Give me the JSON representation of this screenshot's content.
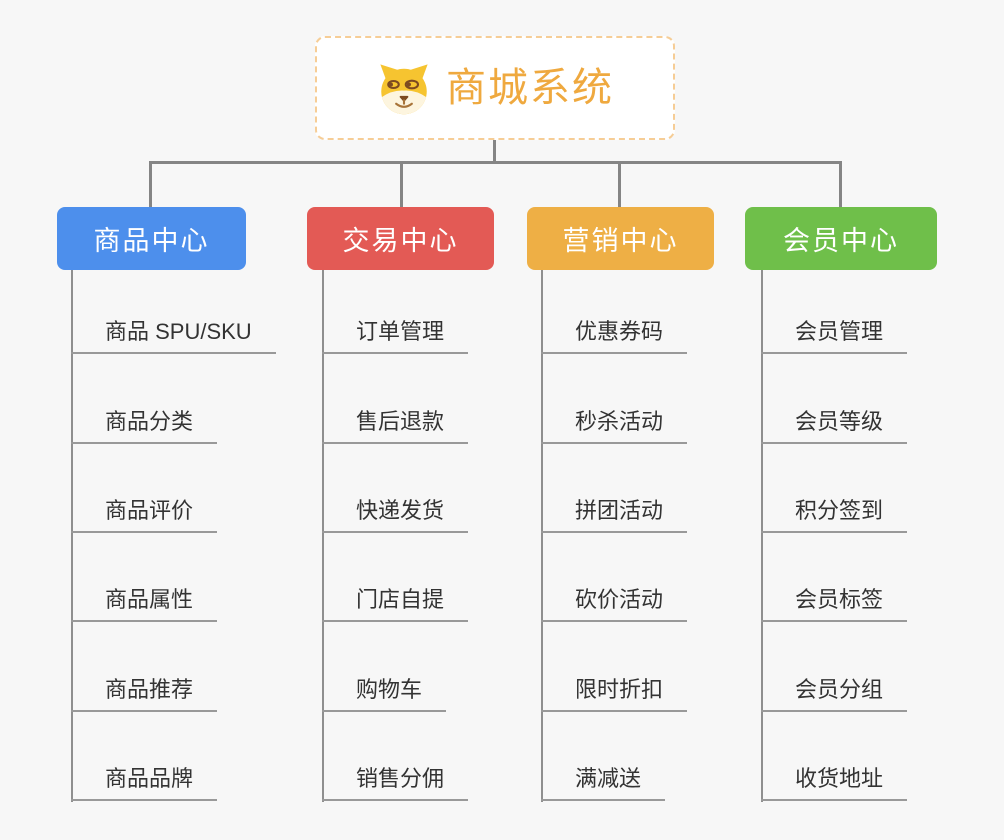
{
  "root": {
    "title": "商城系统",
    "icon": "doge-face"
  },
  "branches": [
    {
      "label": "商品中心",
      "color": "#4D8FEC",
      "items": [
        "商品 SPU/SKU",
        "商品分类",
        "商品评价",
        "商品属性",
        "商品推荐",
        "商品品牌"
      ]
    },
    {
      "label": "交易中心",
      "color": "#E35A55",
      "items": [
        "订单管理",
        "售后退款",
        "快递发货",
        "门店自提",
        "购物车",
        "销售分佣"
      ]
    },
    {
      "label": "营销中心",
      "color": "#EEAF45",
      "items": [
        "优惠券码",
        "秒杀活动",
        "拼团活动",
        "砍价活动",
        "限时折扣",
        "满减送"
      ]
    },
    {
      "label": "会员中心",
      "color": "#6FBF4A",
      "items": [
        "会员管理",
        "会员等级",
        "积分签到",
        "会员标签",
        "会员分组",
        "收货地址"
      ]
    }
  ],
  "colors": {
    "background": "#F7F7F7",
    "connector": "#858585",
    "leaf_underline": "#999999",
    "leaf_text": "#333333",
    "root_title": "#EFA93F",
    "root_border": "#F6CD96",
    "root_background": "#FFFFFF"
  }
}
